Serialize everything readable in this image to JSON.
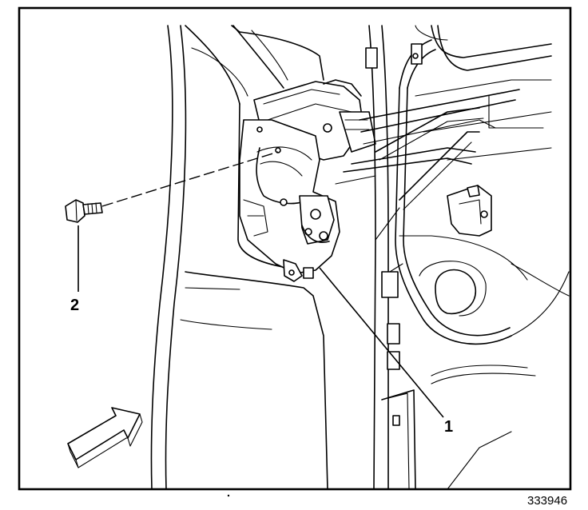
{
  "diagram": {
    "callouts": [
      {
        "id": "1",
        "label": "1"
      },
      {
        "id": "2",
        "label": "2"
      }
    ],
    "figure_number": "333946"
  }
}
